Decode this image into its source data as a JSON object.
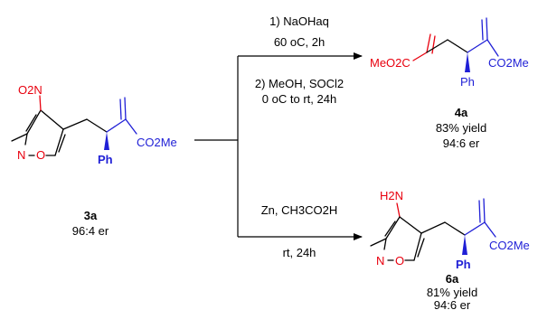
{
  "starting_material": {
    "nitro": "O2N",
    "nitrogen": "N",
    "oxygen": "O",
    "phenyl": "Ph",
    "ester": "CO2Me",
    "label": "3a",
    "er": "96:4 er"
  },
  "top_reaction": {
    "step1_reagent": "1) NaOHaq",
    "step1_conditions": "60 oC, 2h",
    "step2_reagent": "2) MeOH, SOCl2",
    "step2_conditions": "0 oC to rt, 24h"
  },
  "product_top": {
    "ester_left": "MeO2C",
    "ester_right": "CO2Me",
    "phenyl": "Ph",
    "label": "4a",
    "yield": "83% yield",
    "er": "94:6 er"
  },
  "bottom_reaction": {
    "reagent": "Zn, CH3CO2H",
    "conditions": "rt, 24h"
  },
  "product_bottom": {
    "amine": "H2N",
    "nitrogen": "N",
    "oxygen": "O",
    "phenyl": "Ph",
    "ester": "CO2Me",
    "label": "6a",
    "yield": "81% yield",
    "er": "94:6 er"
  },
  "colors": {
    "red": "#e8000e",
    "blue": "#1f1fd6"
  }
}
